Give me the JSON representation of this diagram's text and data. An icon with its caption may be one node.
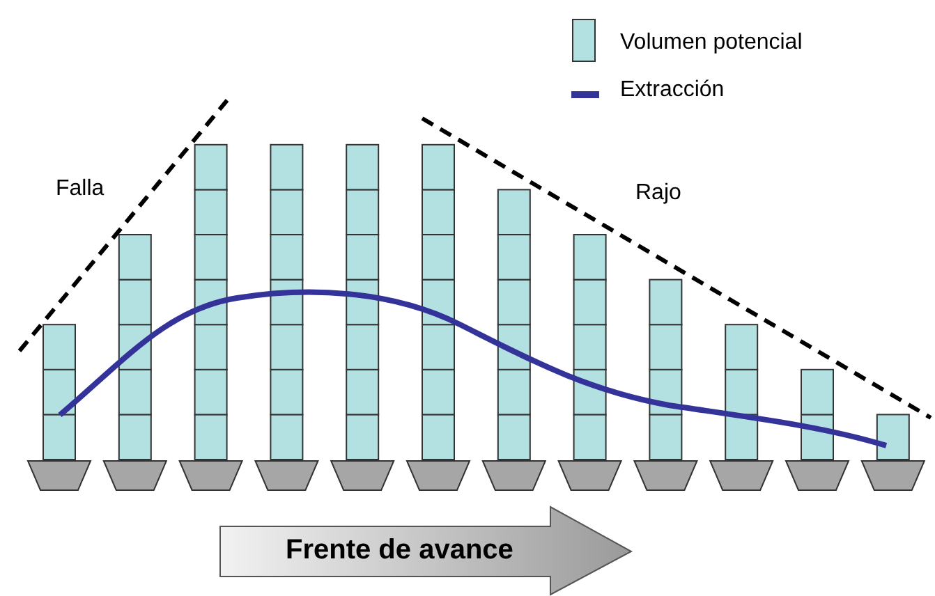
{
  "diagram": {
    "labels": [
      "Falla",
      "Rajo",
      "Frente de avance"
    ],
    "legend": [
      {
        "text": "Volumen potencial",
        "color": "#b3e0e0"
      },
      {
        "text": "Extracción"
      }
    ]
  }
}
